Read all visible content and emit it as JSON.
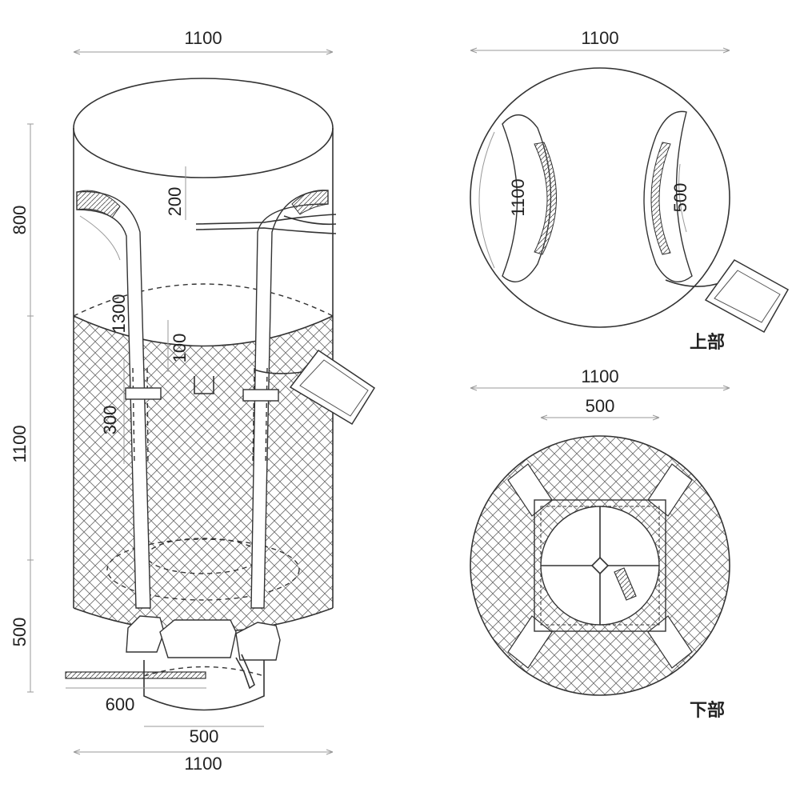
{
  "views": {
    "side": {
      "width_label": "1100",
      "top_height_label": "800",
      "mid_height_label": "1100",
      "bottom_height_label": "500",
      "belt_label": "1300",
      "belt_offset_label": "200",
      "inner_dim_label": "100",
      "loop_label": "300",
      "spout_length_label": "600",
      "spout_width_label": "500",
      "bottom_width_label": "1100"
    },
    "top": {
      "width_label": "1100",
      "loop_left_label": "1100",
      "loop_right_label": "500",
      "caption": "上部"
    },
    "bottom": {
      "width_label": "1100",
      "spout_label": "500",
      "caption": "下部"
    }
  },
  "colors": {
    "line": "#333333",
    "dimension": "#9a9a9a",
    "text": "#222222"
  }
}
